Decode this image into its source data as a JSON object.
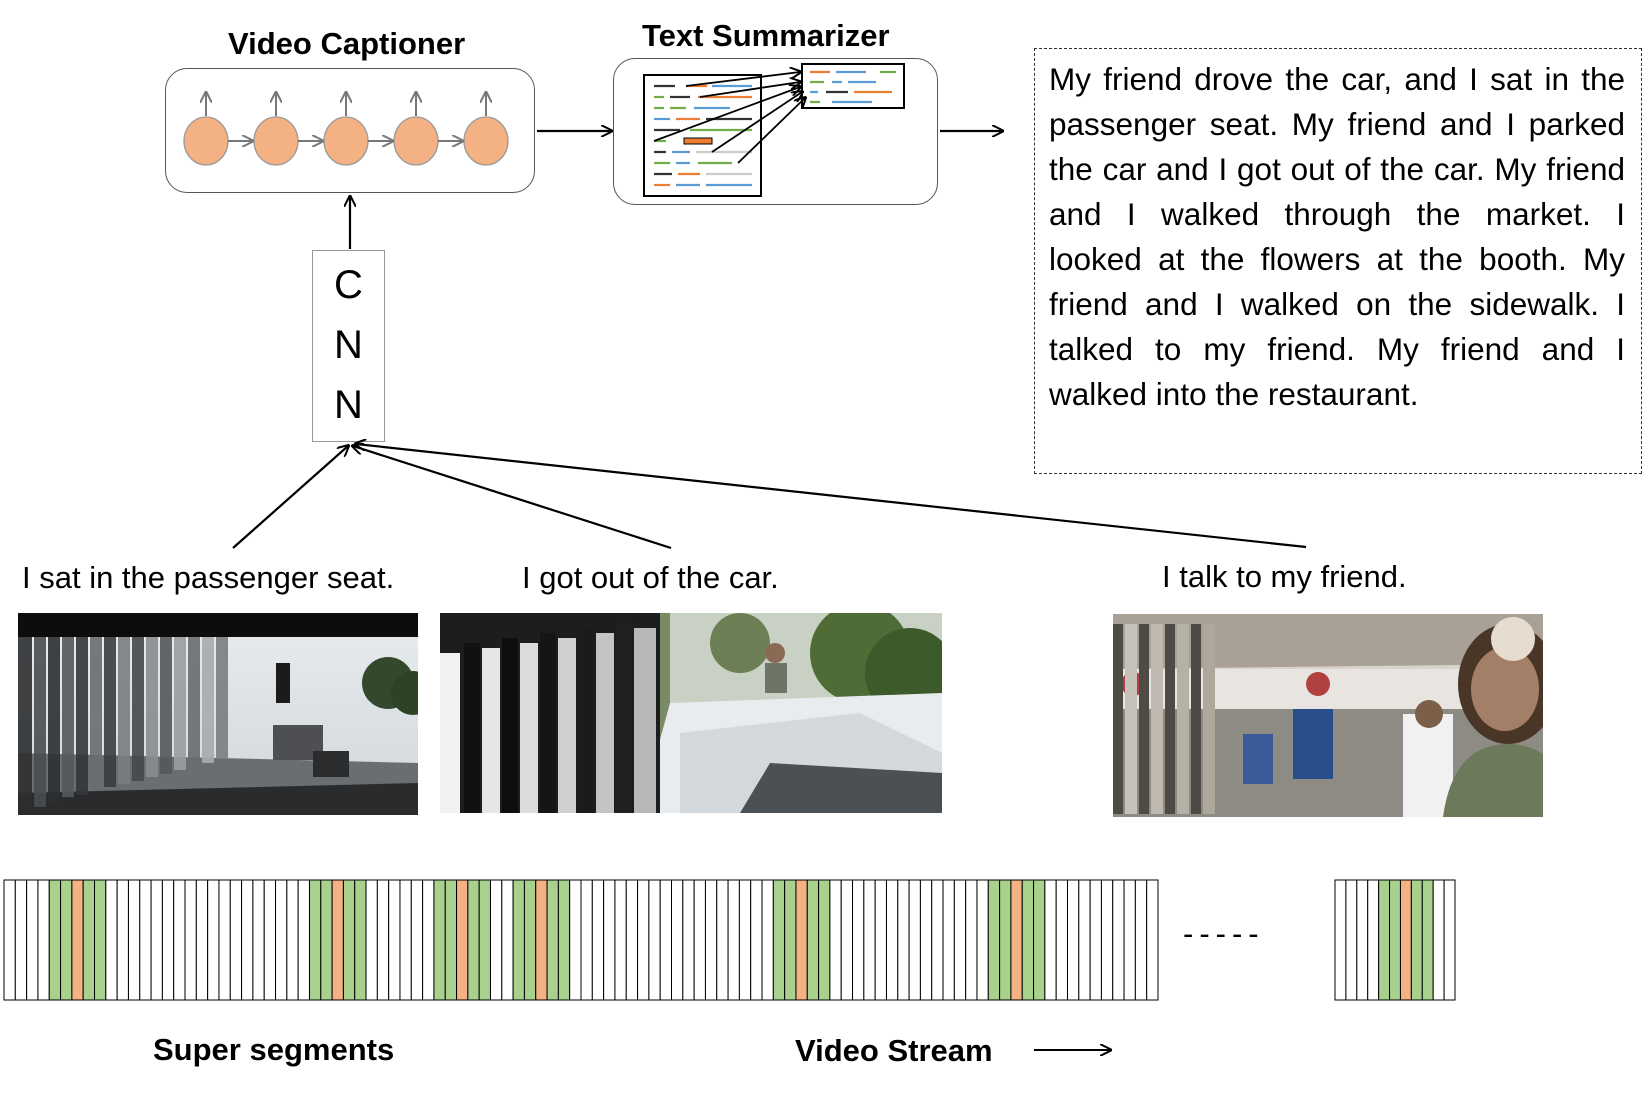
{
  "video_captioner": {
    "title": "Video Captioner"
  },
  "text_summarizer": {
    "title": "Text Summarizer"
  },
  "cnn": {
    "letters": [
      "C",
      "N",
      "N"
    ]
  },
  "summary": {
    "text": "My friend drove the car, and I sat in the passenger seat. My friend and I parked the car and I got out of the car. My friend and I walked through the market. I looked at the flowers at the booth. My friend and I walked on the sidewalk. I talked to my friend. My friend and I walked into the restaurant."
  },
  "clips": [
    {
      "caption": "I sat in the passenger seat."
    },
    {
      "caption": "I got out of the car."
    },
    {
      "caption": "I talk to my friend."
    }
  ],
  "timeline": {
    "ellipsis": "-----",
    "super_segments_label": "Super segments",
    "video_stream_label": "Video Stream"
  },
  "colors": {
    "node_fill": "#f4b183",
    "segment_green": "#a9d18e",
    "segment_orange": "#f4b183",
    "doc_green": "#70ad47",
    "doc_orange": "#ed7d31",
    "doc_blue": "#5b9bd5"
  }
}
